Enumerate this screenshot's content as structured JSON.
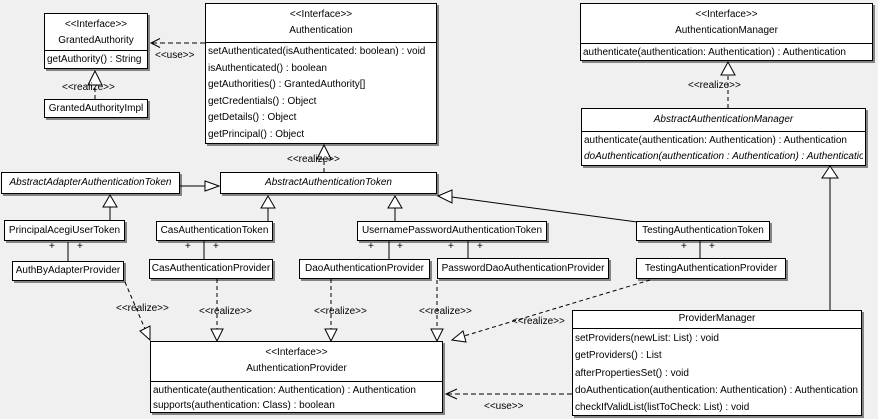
{
  "stereotypes": {
    "interface": "<<Interface>>",
    "realize": "<<realize>>",
    "use": "<<use>>"
  },
  "multiplicity": {
    "plus": "+"
  },
  "colors": {
    "background": "#f0f0f0",
    "box_fill": "#ffffff",
    "line": "#000000"
  },
  "classes": {
    "granted_authority": {
      "name": "GrantedAuthority",
      "methods": [
        "getAuthority() : String"
      ]
    },
    "granted_authority_impl": {
      "name": "GrantedAuthorityImpl"
    },
    "authentication": {
      "name": "Authentication",
      "methods": [
        "setAuthenticated(isAuthenticated: boolean) : void",
        "isAuthenticated() : boolean",
        "getAuthorities() : GrantedAuthority[]",
        "getCredentials() : Object",
        "getDetails() : Object",
        "getPrincipal() : Object"
      ]
    },
    "authentication_manager": {
      "name": "AuthenticationManager",
      "methods": [
        "authenticate(authentication: Authentication) : Authentication"
      ]
    },
    "abstract_authentication_manager": {
      "name": "AbstractAuthenticationManager",
      "methods": [
        "authenticate(authentication: Authentication) : Authentication",
        "doAuthentication(authentication : Authentication) : Authentication"
      ]
    },
    "abstract_adapter_authentication_token": {
      "name": "AbstractAdapterAuthenticationToken"
    },
    "abstract_authentication_token": {
      "name": "AbstractAuthenticationToken"
    },
    "principal_acegi_user_token": {
      "name": "PrincipalAcegiUserToken"
    },
    "cas_authentication_token": {
      "name": "CasAuthenticationToken"
    },
    "username_password_authentication_token": {
      "name": "UsernamePasswordAuthenticationToken"
    },
    "testing_authentication_token": {
      "name": "TestingAuthenticationToken"
    },
    "auth_by_adapter_provider": {
      "name": "AuthByAdapterProvider"
    },
    "cas_authentication_provider": {
      "name": "CasAuthenticationProvider"
    },
    "dao_authentication_provider": {
      "name": "DaoAuthenticationProvider"
    },
    "password_dao_authentication_provider": {
      "name": "PasswordDaoAuthenticationProvider"
    },
    "testing_authentication_provider": {
      "name": "TestingAuthenticationProvider"
    },
    "authentication_provider": {
      "name": "AuthenticationProvider",
      "methods": [
        "authenticate(authentication: Authentication) : Authentication",
        "supports(authentication: Class) : boolean"
      ]
    },
    "provider_manager": {
      "name": "ProviderManager",
      "methods": [
        "setProviders(newList: List) : void",
        "getProviders() : List",
        "afterPropertiesSet() : void",
        "doAuthentication(authentication: Authentication) : Authentication",
        "checkIfValidList(listToCheck: List) : void"
      ]
    }
  }
}
